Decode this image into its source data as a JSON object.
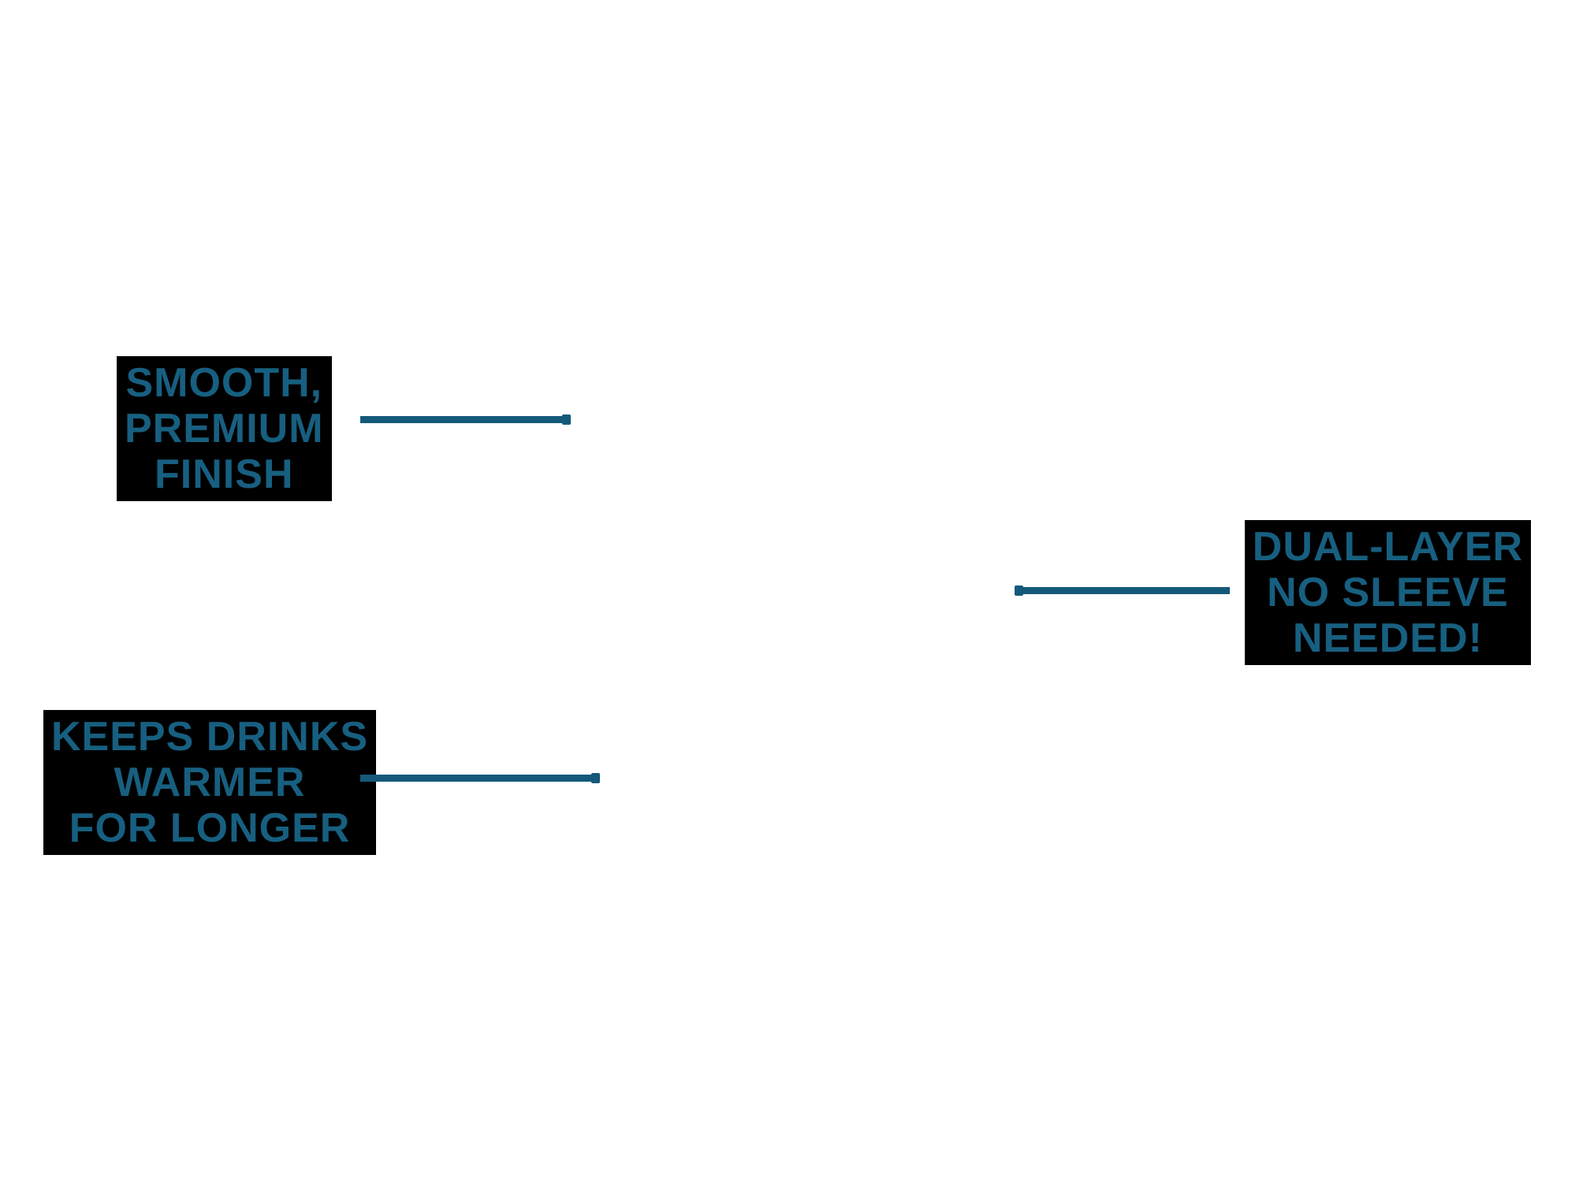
{
  "colors": {
    "text-teal": "#175F80",
    "line-teal": "#14597A",
    "box-black": "#000000",
    "canvas-white": "#FFFFFF"
  },
  "callouts": [
    {
      "name": "smooth-premium-finish",
      "lines": [
        "SMOOTH,",
        "PREMIUM",
        "FINISH"
      ]
    },
    {
      "name": "dual-layer-no-sleeve",
      "lines": [
        "DUAL-LAYER",
        "NO SLEEVE",
        "NEEDED!"
      ]
    },
    {
      "name": "keeps-drinks-warmer",
      "lines": [
        "KEEPS DRINKS",
        "WARMER",
        "FOR LONGER"
      ]
    }
  ]
}
